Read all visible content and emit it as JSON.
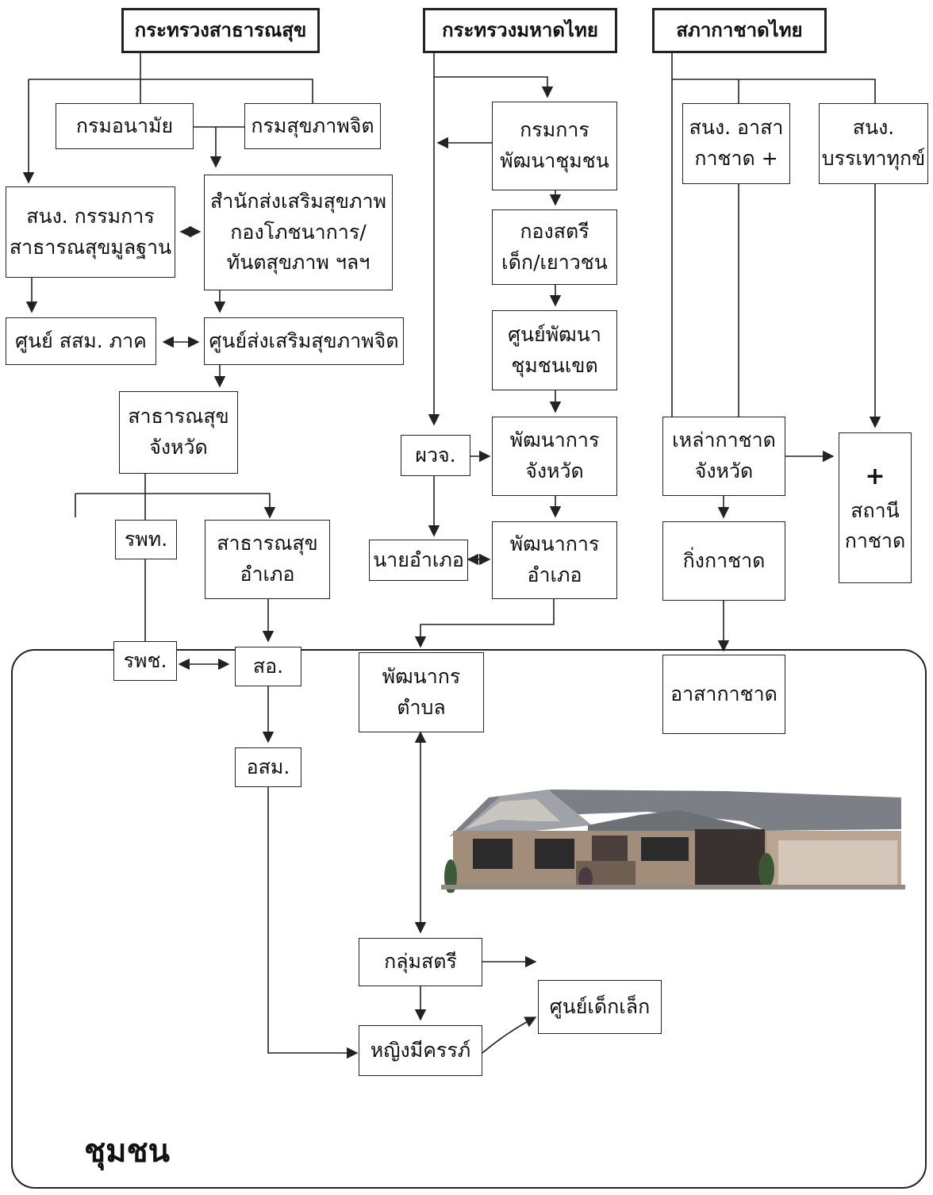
{
  "headers": {
    "moph": "กระทรวงสาธารณสุข",
    "moi": "กระทรวงมหาดไทย",
    "redcross": "สภากาชาดไทย"
  },
  "moph": {
    "anamai": "กรมอนามัย",
    "mental_health": "กรมสุขภาพจิต",
    "primary_health": [
      "สนง. กรรมการ",
      "สาธารณสุขมูลฐาน"
    ],
    "health_promotion": [
      "สำนักส่งเสริมสุขภาพ",
      "กองโภชนาการ/",
      "ทันตสุขภาพ ฯลฯ"
    ],
    "regional_center": "ศูนย์ สสม. ภาค",
    "mental_promo_center": "ศูนย์ส่งเสริมสุขภาพจิต",
    "provincial_health": [
      "สาธารณสุข",
      "จังหวัด"
    ],
    "general_hospital": "รพท.",
    "district_health": [
      "สาธารณสุข",
      "อำเภอ"
    ],
    "community_hospital": "รพช.",
    "health_station": "สอ.",
    "volunteer": "อสม."
  },
  "moi": {
    "community_dev_dept": [
      "กรมการ",
      "พัฒนาชุมชน"
    ],
    "women_youth_div": [
      "กองสตรี",
      "เด็ก/เยาวชน"
    ],
    "dev_center": [
      "ศูนย์พัฒนา",
      "ชุมชนเขต"
    ],
    "governor": "ผวจ.",
    "provincial_dev": [
      "พัฒนาการ",
      "จังหวัด"
    ],
    "district_chief": "นายอำเภอ",
    "district_dev": [
      "พัฒนาการ",
      "อำเภอ"
    ],
    "subdistrict_dev": [
      "พัฒนากร",
      "ตำบล"
    ]
  },
  "redcross": {
    "volunteer_bureau": [
      "สนง. อาสา",
      "กาชาด +"
    ],
    "relief_bureau": [
      "สนง.",
      "บรรเทาทุกข์"
    ],
    "provincial_chapter": [
      "เหล่ากาชาด",
      "จังหวัด"
    ],
    "red_cross_station": [
      "+",
      "สถานี",
      "กาชาด"
    ],
    "sub_chapter": "กิ่งกาชาด",
    "rc_volunteer": "อาสากาชาด"
  },
  "community": {
    "label": "ชุมชน",
    "women_group": "กลุ่มสตรี",
    "child_center": "ศูนย์เด็กเล็ก",
    "pregnant_women": "หญิงมีครรภ์"
  }
}
